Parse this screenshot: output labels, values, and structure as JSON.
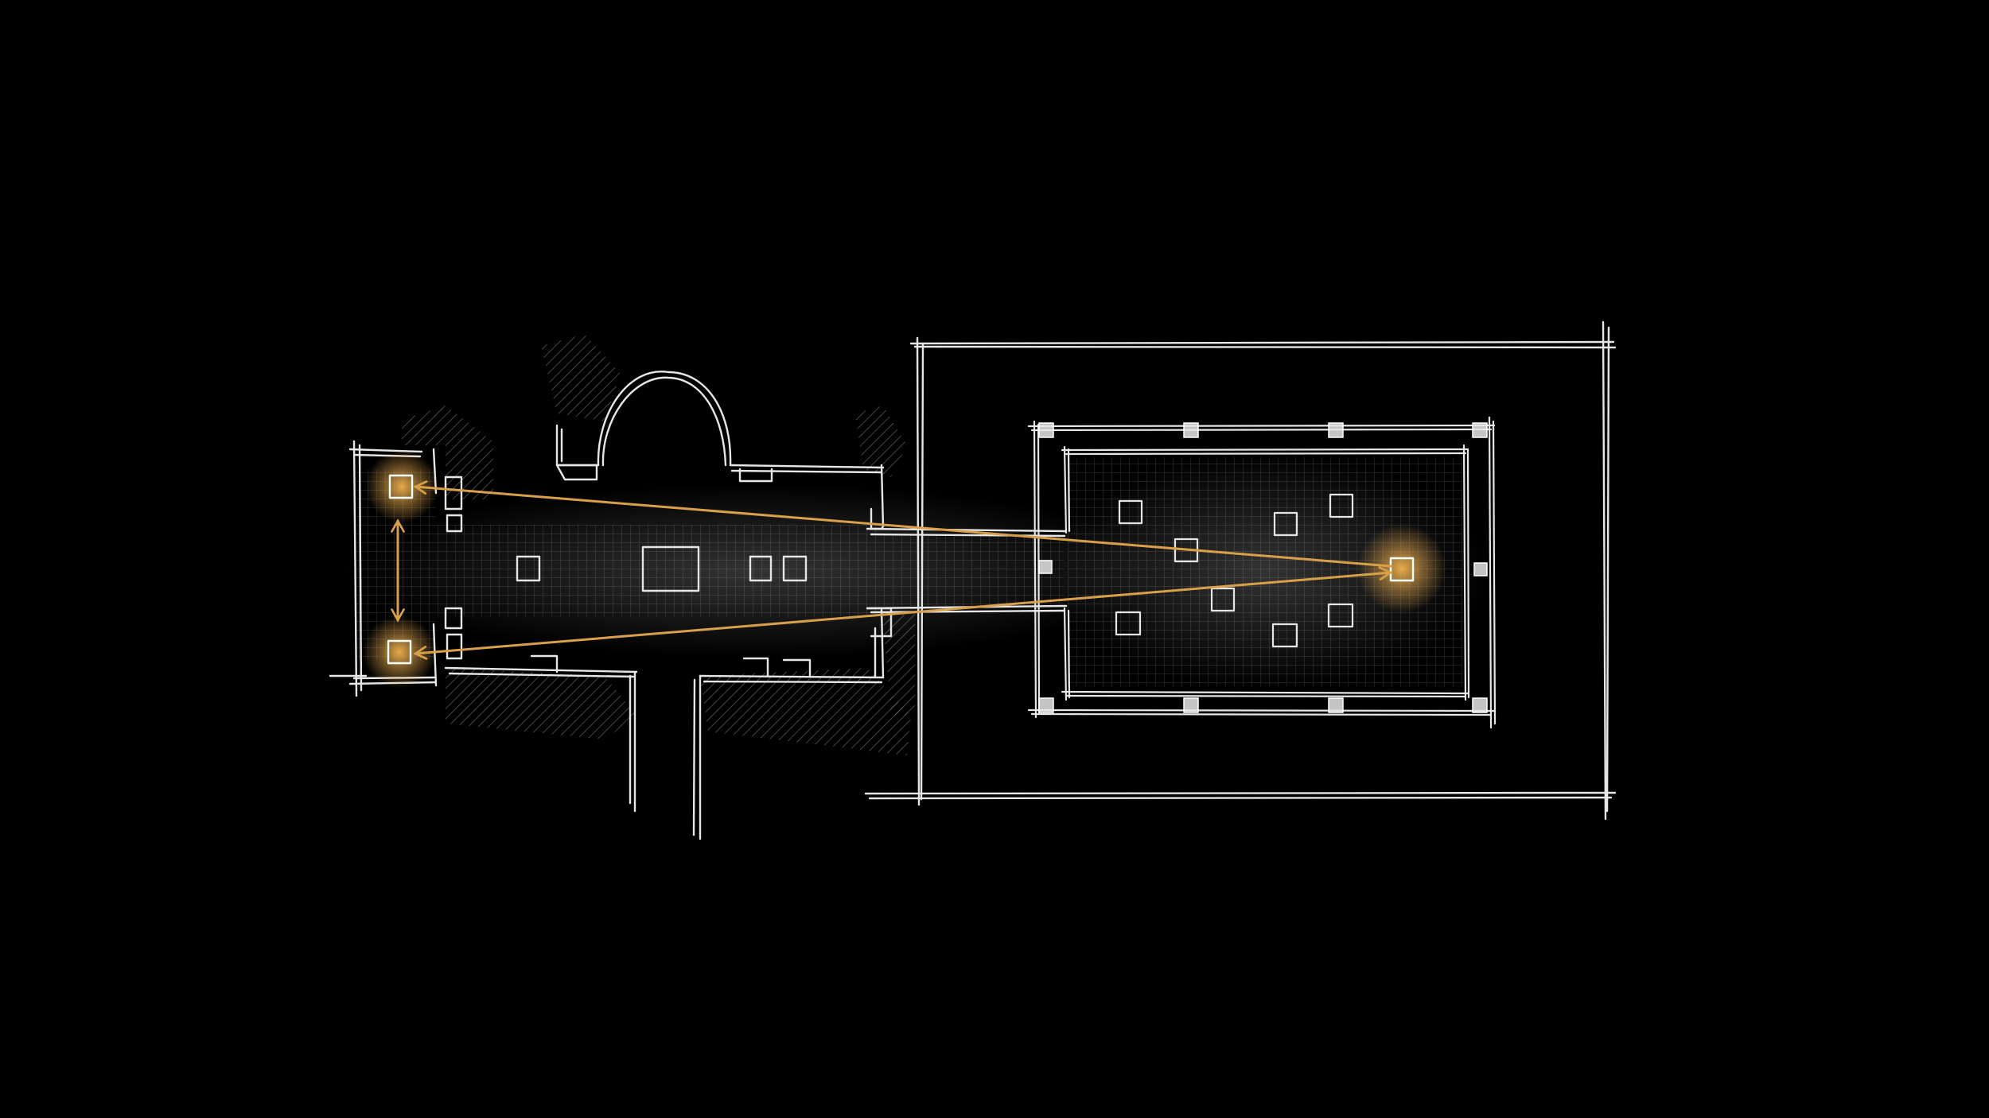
{
  "diagram": {
    "kind": "architectural-floor-plan-sketch",
    "style": "chalk-on-black",
    "colors": {
      "background": "#000000",
      "chalk": "#e6e6e6",
      "hatch": "#8a8a8a",
      "grid": "#9a9a9a",
      "accent": "#d9a04a",
      "glow": "#f2b44d"
    },
    "sight_lines": [
      {
        "from": "west-pier-upper",
        "to": "east-focal-pier",
        "arrowhead": "at-west-pier-upper"
      },
      {
        "from": "west-pier-lower",
        "to": "east-focal-pier",
        "arrowhead": "at-both-ends"
      }
    ],
    "vertical_connector": {
      "from": "west-pier-upper",
      "to": "west-pier-lower",
      "arrowheads": "both"
    }
  }
}
